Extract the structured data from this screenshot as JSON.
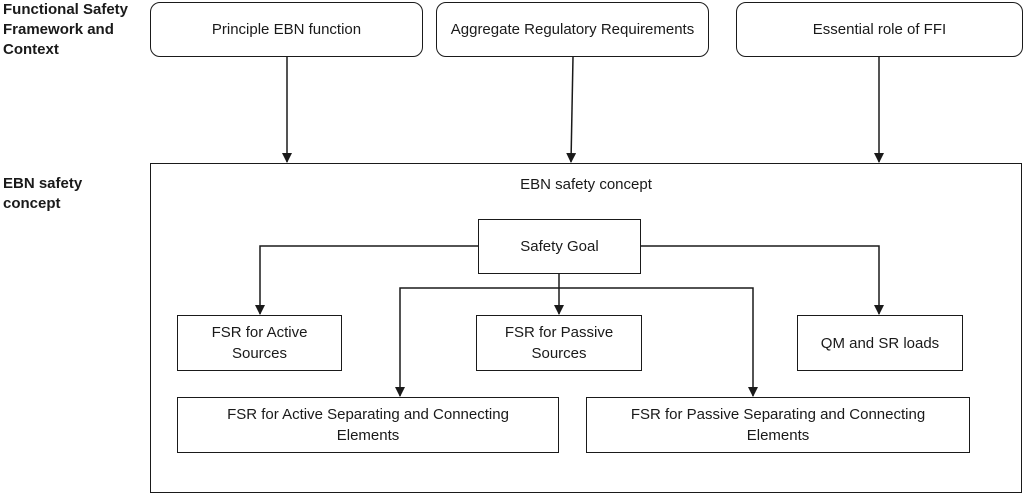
{
  "side_labels": {
    "context": "Functional Safety\nFramework and\nContext",
    "concept": "EBN safety\nconcept"
  },
  "top_boxes": {
    "principle": "Principle EBN function",
    "regulatory": "Aggregate Regulatory Requirements",
    "ffi": "Essential role of FFI"
  },
  "container": {
    "title": "EBN safety concept"
  },
  "nodes": {
    "safety_goal": "Safety Goal",
    "fsr_active_sources": "FSR for Active\nSources",
    "fsr_passive_sources": "FSR for Passive\nSources",
    "qm_sr_loads": "QM and SR loads",
    "fsr_active_sep": "FSR for Active Separating and Connecting\nElements",
    "fsr_passive_sep": "FSR for Passive Separating and Connecting\nElements"
  }
}
